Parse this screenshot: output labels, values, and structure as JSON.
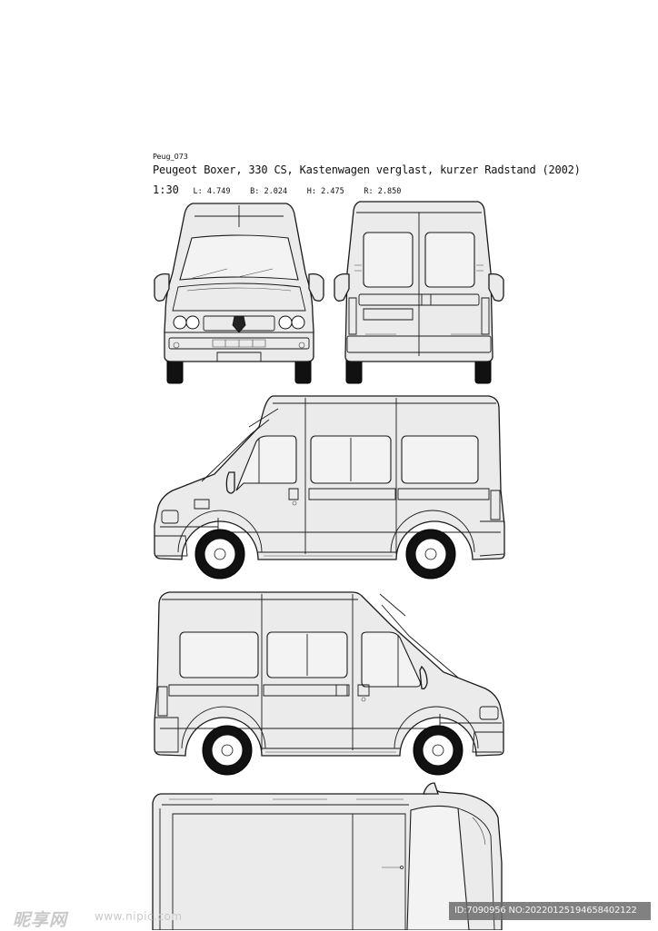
{
  "header": {
    "code": "Peug_073",
    "title": "Peugeot Boxer, 330 CS, Kastenwagen verglast, kurzer Radstand (2002)",
    "scale": "1:30",
    "dimensions": [
      {
        "label": "L:",
        "value": "4.749"
      },
      {
        "label": "B:",
        "value": "2.024"
      },
      {
        "label": "H:",
        "value": "2.475"
      },
      {
        "label": "R:",
        "value": "2.850"
      }
    ]
  },
  "views": {
    "front": "front-view",
    "rear": "rear-view",
    "left_side": "left-side-view",
    "right_side": "right-side-view",
    "top": "top-view"
  },
  "watermark": {
    "brand": "昵享网",
    "site": "www.nipic.com",
    "id": "ID:7090956 NO:20220125194658402122"
  },
  "colors": {
    "body_fill": "#ebebeb",
    "outline": "#1a1a1a",
    "tire": "#111111",
    "watermark_bar": "#6b6b6b"
  }
}
